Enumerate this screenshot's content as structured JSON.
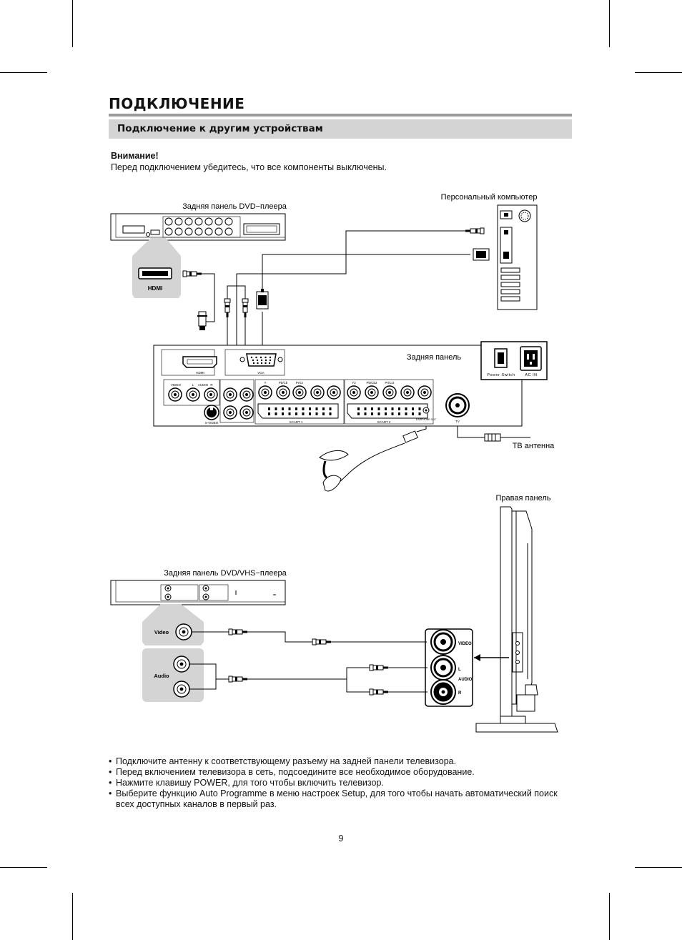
{
  "page": {
    "title": "ПОДКЛЮЧЕНИЕ",
    "section_title": "Подключение к другим устройствам",
    "warning_heading": "Внимание!",
    "warning_text": "Перед подключением убедитесь, что все компоненты выключены.",
    "page_number": "9"
  },
  "diagram": {
    "dvd_rear_panel": "Задняя панель DVD−плеера",
    "pc": "Персональный компьютер",
    "tv_rear_panel": "Задняя панель",
    "tv_antenna": "ТВ антенна",
    "right_panel": "Правая панель",
    "vhs_rear_panel": "Задняя панель DVD/VHS−плеера",
    "hdmi_badge": "HDMI",
    "hdmi_port": "HDMI",
    "vga_port": "VGA",
    "power_switch": "Power Switch",
    "ac_in": "AC IN",
    "video_badge": "Video",
    "audio_badge": "Audio",
    "jack_video": "VIDEO",
    "jack_l": "L",
    "jack_audio": "AUDIO",
    "jack_r": "R",
    "port_video": "VIDEO",
    "port_l": "L",
    "port_audio": "AUDIO",
    "port_r": "R",
    "port_svideo": "S-VIDEO",
    "port_y": "Y",
    "port_pbcb": "Pb/Cb",
    "port_prcr": "Pr/Cr",
    "port_y2": "Y2",
    "port_pbcb2": "Pb/Cb2",
    "port_prcr2": "Pr/Cr2",
    "scart1": "SCART 1",
    "scart2": "SCART 2",
    "earphone_out": "EARPHONE OUT",
    "tv_port": "TV"
  },
  "instructions": [
    "Подключите антенну к соответствующему разъему на задней панели телевизора.",
    "Перед включением телевизора в сеть, подсоедините все необходимое оборудование.",
    "Нажмите клавишу POWER, для того чтобы включить телевизор.",
    "Выберите функцию Auto Programme в меню настроек Setup, для того чтобы начать автоматический поиск всех доступных каналов в первый раз."
  ]
}
